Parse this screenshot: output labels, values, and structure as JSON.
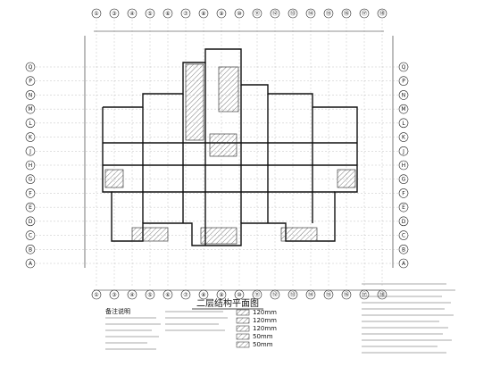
{
  "drawing": {
    "title": "二层结构平面图",
    "axis_columns": [
      "①",
      "③",
      "④",
      "⑤",
      "⑥",
      "⑦",
      "⑧",
      "⑨",
      "⑩",
      "⑪",
      "⑫",
      "⑬",
      "⑭",
      "⑮",
      "⑯",
      "⑰",
      "⑱"
    ],
    "axis_rows": [
      "Q",
      "P",
      "N",
      "M",
      "L",
      "K",
      "J",
      "H",
      "G",
      "F",
      "E",
      "D",
      "C",
      "B",
      "A"
    ],
    "notes_heading": "备注说明",
    "legend_items": [
      "120mm",
      "120mm",
      "120mm",
      "50mm",
      "50mm"
    ]
  }
}
